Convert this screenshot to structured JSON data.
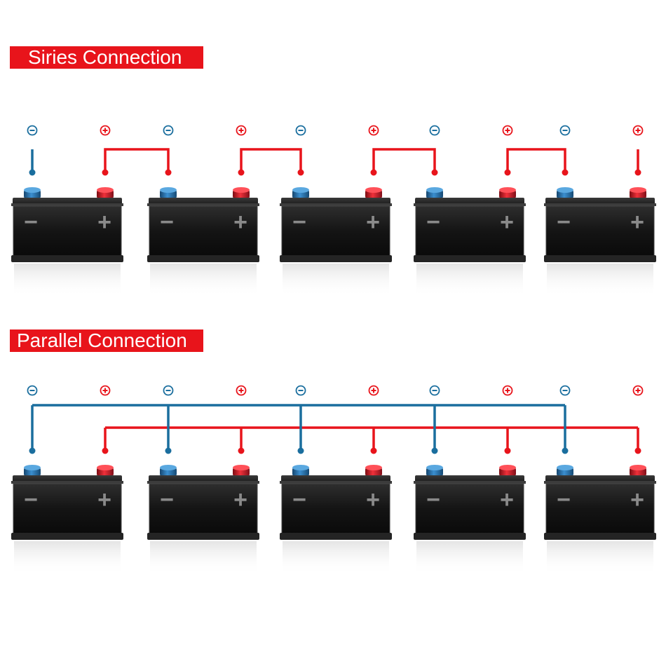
{
  "sections": {
    "series": {
      "title": "Siries Connection"
    },
    "parallel": {
      "title": "Parallel Connection"
    }
  },
  "terminal_symbols": {
    "negative": "−",
    "positive": "+"
  },
  "battery_labels": {
    "negative": "−",
    "positive": "+"
  },
  "colors": {
    "negative_wire": "#1a6e9e",
    "positive_wire": "#e8141b",
    "banner": "#e8141b",
    "battery_body": "#1c1c1c",
    "negative_post": "#2a6fa8",
    "positive_post": "#d01c24"
  },
  "battery_count_per_row": 5
}
